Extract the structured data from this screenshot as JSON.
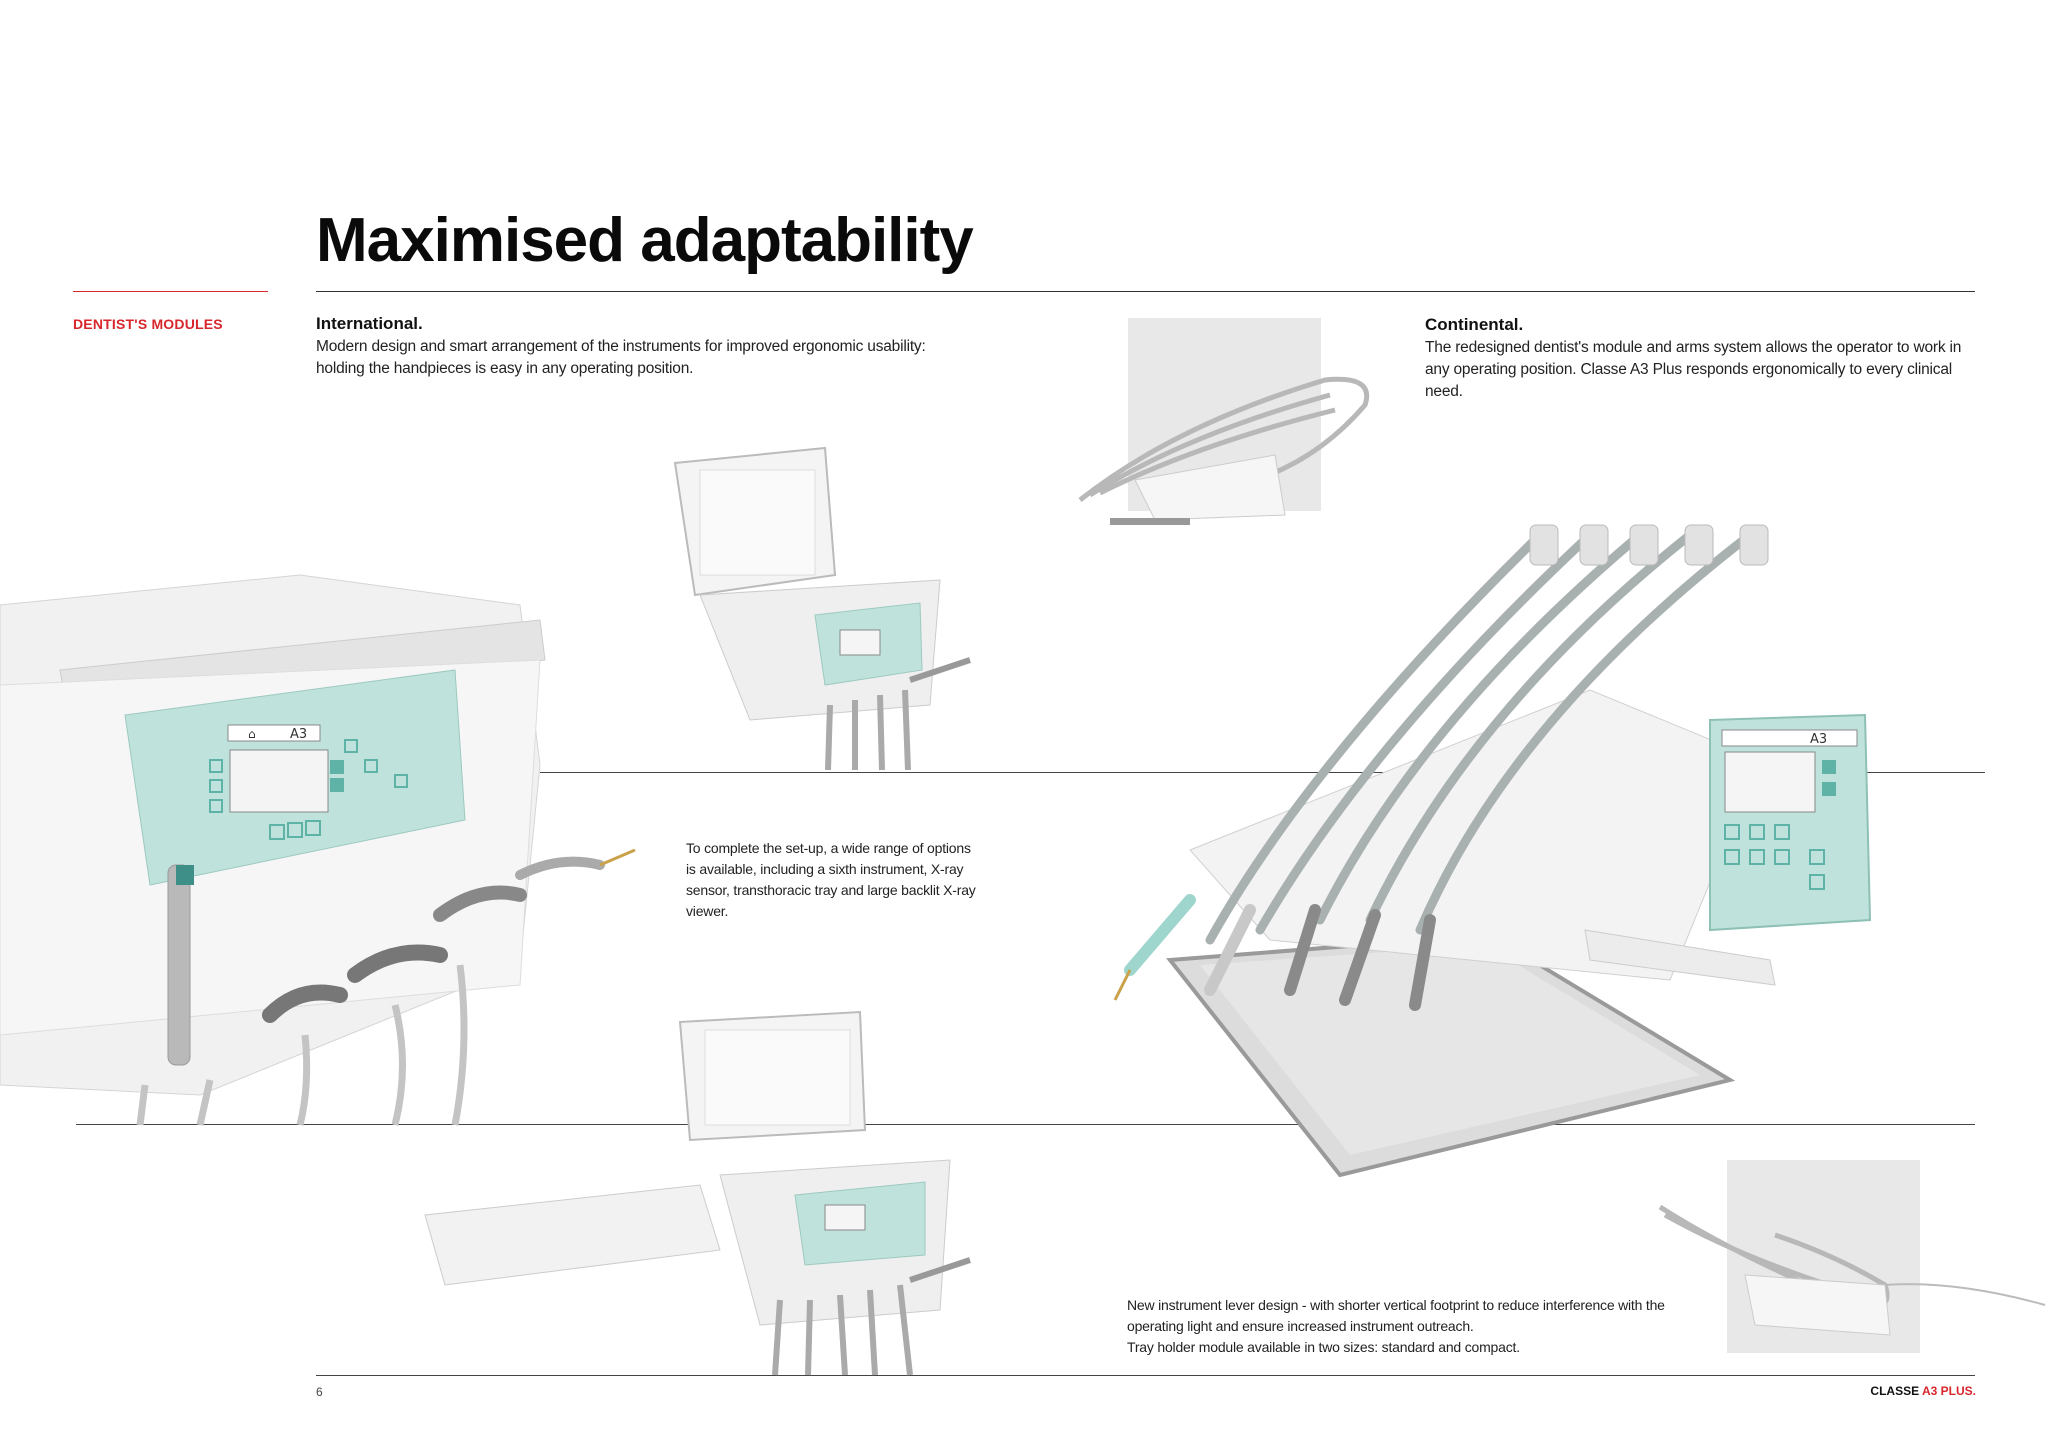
{
  "title": "Maximised adaptability",
  "section_label": "DENTIST'S MODULES",
  "international": {
    "title": "International.",
    "body": "Modern design and smart arrangement of the instruments for improved ergonomic usability: holding the handpieces is easy in any operating position."
  },
  "continental": {
    "title": "Continental.",
    "body": "The redesigned dentist's module and arms system allows the operator to work in any operating position. Classe A3 Plus responds ergonomically to every clinical need."
  },
  "options_caption": "To complete the set-up, a wide range of options is available, including a sixth instrument, X-ray sensor, transthoracic tray and large backlit X-ray viewer.",
  "lever_caption_1": "New instrument lever design - with shorter vertical footprint to reduce interference with the operating light and ensure increased instrument outreach.",
  "lever_caption_2": "Tray holder module available in two sizes: standard and compact.",
  "display_text": "A3",
  "page_number": "6",
  "footer": {
    "brand": "CLASSE",
    "model": "A3 PLUS."
  },
  "colors": {
    "accent": "#d8262d",
    "panel": "#bfe3dc",
    "panel_dark": "#5fb3a6",
    "module": "#ececec"
  },
  "icons": [
    "home-icon",
    "plus-icon",
    "minus-icon"
  ]
}
